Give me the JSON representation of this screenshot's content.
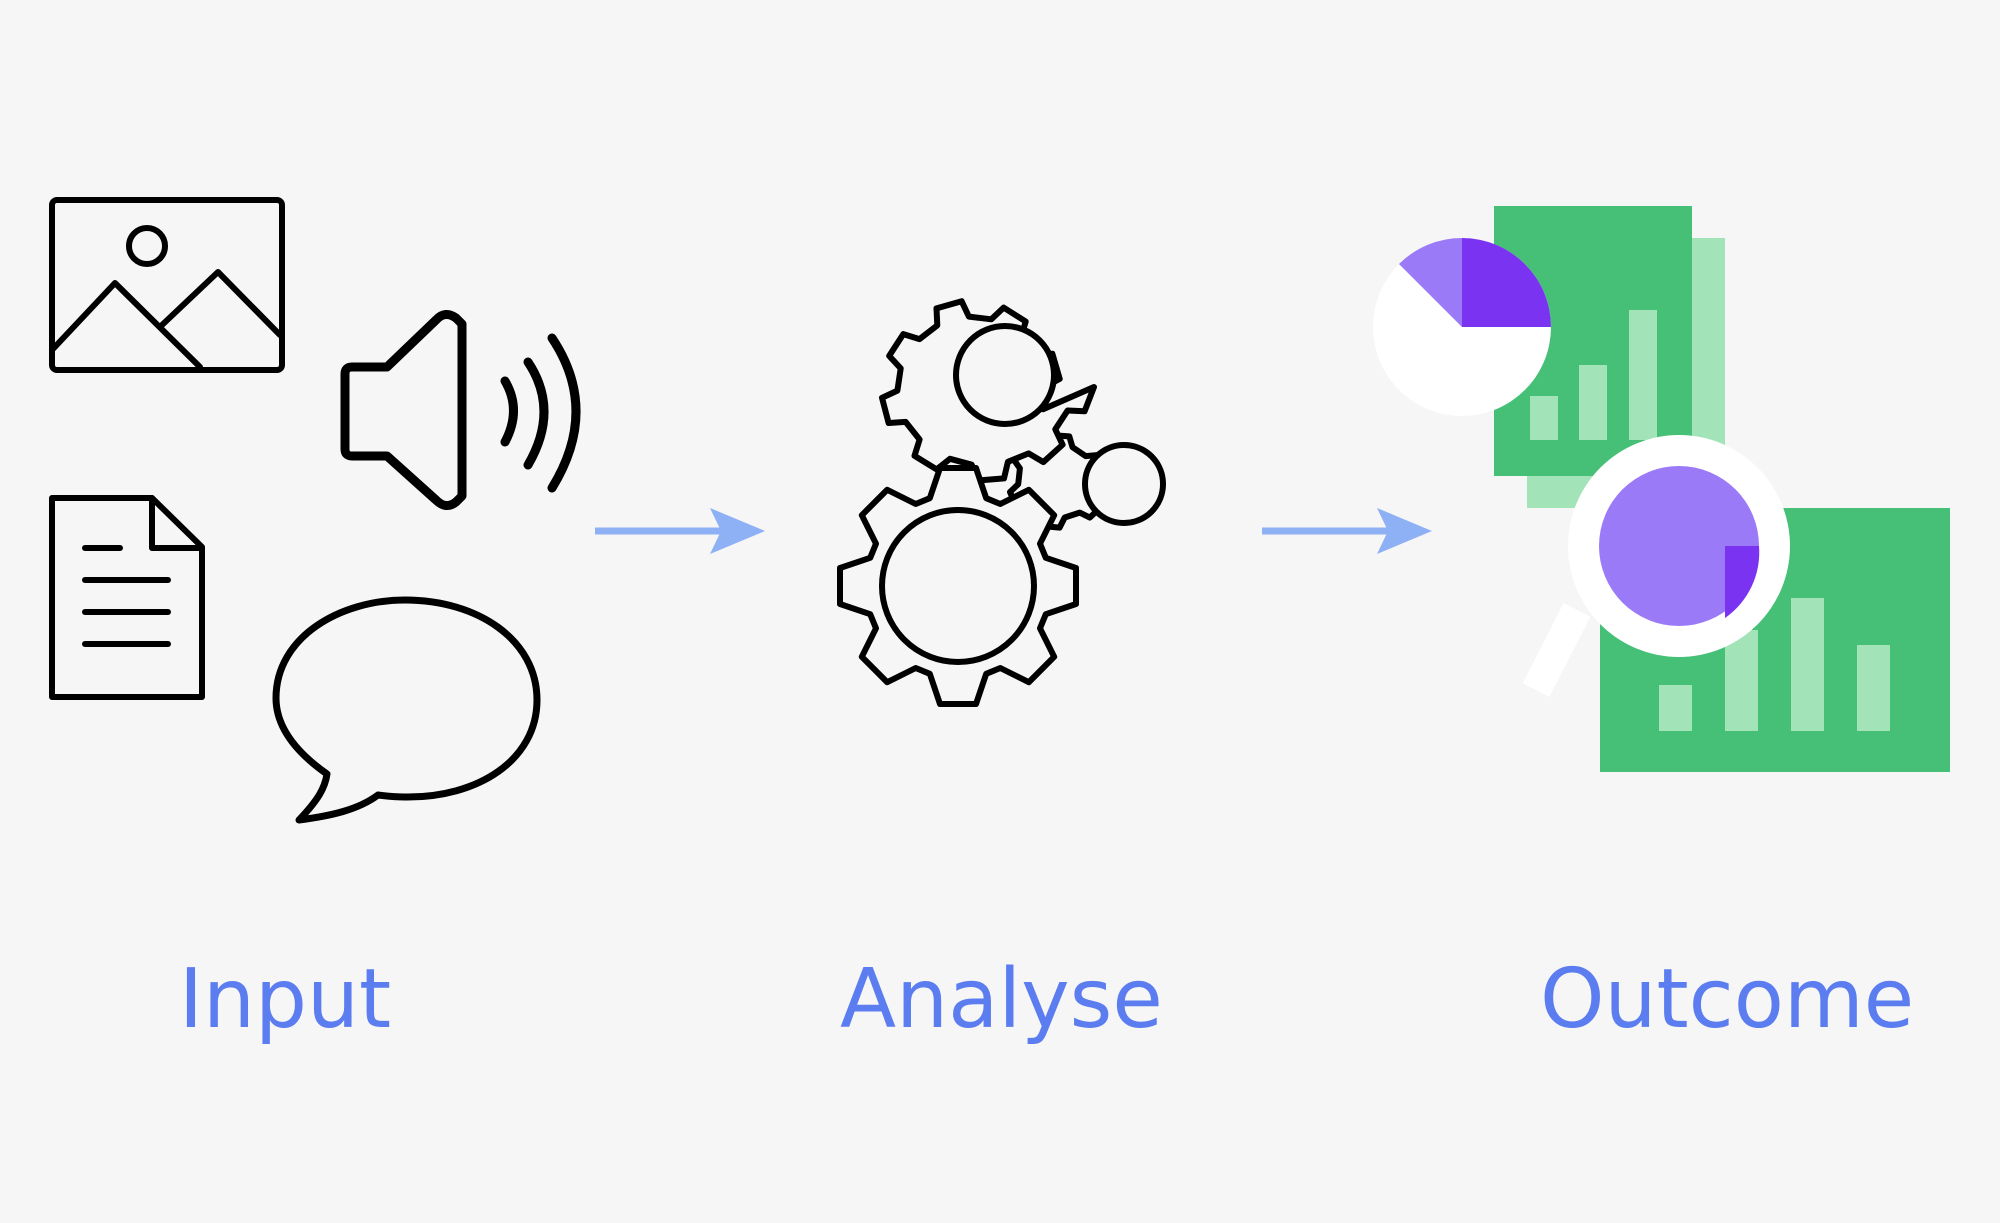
{
  "stages": [
    {
      "label": "Input",
      "icons": [
        "image-icon",
        "speaker-icon",
        "document-icon",
        "speech-bubble-icon"
      ]
    },
    {
      "label": "Analyse",
      "icons": [
        "gears-icon"
      ]
    },
    {
      "label": "Outcome",
      "icons": [
        "report-icon",
        "pie-chart-icon",
        "magnifier-icon"
      ]
    }
  ],
  "colors": {
    "background": "#f6f6f6",
    "label": "#5b7df0",
    "arrow": "#8eb0f5",
    "line_icon": "#000000",
    "report_green": "#46c077",
    "report_light_green": "#a3e3b8",
    "pie_purple": "#7a33f0",
    "pie_light_purple": "#9b7af8"
  }
}
